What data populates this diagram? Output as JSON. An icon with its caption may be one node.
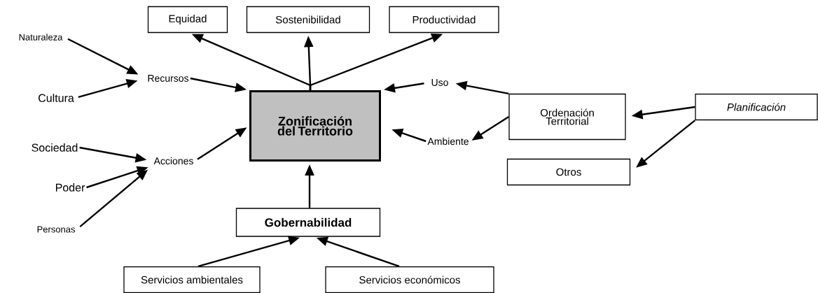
{
  "diagram": {
    "nodes": [
      {
        "text": [
          "Equidad"
        ]
      },
      {
        "text": [
          "Sostenibilidad"
        ]
      },
      {
        "text": [
          "Productividad"
        ]
      },
      {
        "text": [
          "Naturaleza"
        ]
      },
      {
        "text": [
          "Recursos"
        ]
      },
      {
        "text": [
          "Cultura"
        ]
      },
      {
        "text": [
          "Uso"
        ]
      },
      {
        "text": [
          "Zonificación del Territorio"
        ]
      },
      {
        "text": [
          "Ordenación Territorial"
        ]
      },
      {
        "text": [
          "Planificación"
        ]
      },
      {
        "text": [
          "Sociedad"
        ]
      },
      {
        "text": [
          "Acciones"
        ]
      },
      {
        "text": [
          "Ambiente"
        ]
      },
      {
        "text": [
          "Poder"
        ]
      },
      {
        "text": [
          "Otros"
        ]
      },
      {
        "text": [
          "Personas"
        ]
      },
      {
        "text": [
          "Gobernabilidad"
        ]
      },
      {
        "text": [
          "Servicios ambientales"
        ]
      },
      {
        "text": [
          "Servicios económicos"
        ]
      }
    ],
    "edges": [
      {
        "from": 7,
        "to": 0,
        "arrow": "to"
      },
      {
        "from": 7,
        "to": 1,
        "arrow": "to"
      },
      {
        "from": 7,
        "to": 2,
        "arrow": "to"
      },
      {
        "from": 3,
        "to": 4,
        "arrow": "to"
      },
      {
        "from": 5,
        "to": 4,
        "arrow": "to"
      },
      {
        "from": 4,
        "to": 7,
        "arrow": "to"
      },
      {
        "from": 6,
        "to": 7,
        "arrow": "to"
      },
      {
        "from": 8,
        "to": 6,
        "arrow": "to"
      },
      {
        "from": 8,
        "to": 12,
        "arrow": "to"
      },
      {
        "from": 12,
        "to": 7,
        "arrow": "to"
      },
      {
        "from": 9,
        "to": 8,
        "arrow": "to"
      },
      {
        "from": 9,
        "to": 14,
        "arrow": "to"
      },
      {
        "from": 10,
        "to": 11,
        "arrow": "to"
      },
      {
        "from": 13,
        "to": 11,
        "arrow": "to"
      },
      {
        "from": 15,
        "to": 11,
        "arrow": "to"
      },
      {
        "from": 11,
        "to": 7,
        "arrow": "to"
      },
      {
        "from": 16,
        "to": 7,
        "arrow": "to"
      },
      {
        "from": 17,
        "to": 16,
        "arrow": "to"
      },
      {
        "from": 18,
        "to": 16,
        "arrow": "to"
      }
    ]
  }
}
